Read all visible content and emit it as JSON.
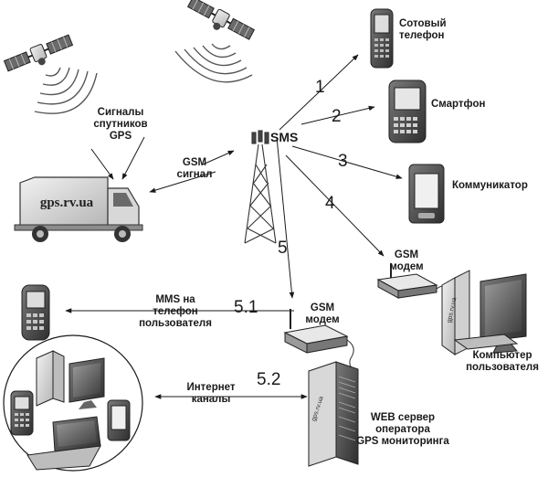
{
  "labels": {
    "sat_signals": "Сигналы\nспутников\nGPS",
    "gsm_signal": "GSM\nсигнал",
    "sms": "SMS",
    "cell_phone": "Сотовый\nтелефон",
    "smartphone": "Смартфон",
    "communicator": "Коммуникатор",
    "gsm_modem_right": "GSM\nмодем",
    "user_computer": "Компьютер\nпользователя",
    "gsm_modem_center": "GSM\nмодем",
    "mms": "MMS на\nтелефон\nпользователя",
    "internet": "Интернет\nканалы",
    "web_server": "WEB сервер\nоператора\nGPS мониторинга",
    "truck_text": "gps.rv.ua",
    "server_text": "gps.rv.ua",
    "pc_text": "gps.rv.ua"
  },
  "numbers": {
    "n1": "1",
    "n2": "2",
    "n3": "3",
    "n4": "4",
    "n5": "5",
    "n51": "5.1",
    "n52": "5.2"
  },
  "icons": [
    "satellite-icon",
    "truck-icon",
    "cell-tower-icon",
    "cell-phone-icon",
    "smartphone-icon",
    "communicator-icon",
    "gsm-modem-icon",
    "computer-icon",
    "server-icon",
    "laptop-icon"
  ],
  "colors": {
    "ink": "#1a1a1a",
    "grey_dark": "#4a4a4a",
    "grey_mid": "#8c8c8c",
    "grey_light": "#cfcfcf",
    "screen": "#6e6e6e"
  }
}
